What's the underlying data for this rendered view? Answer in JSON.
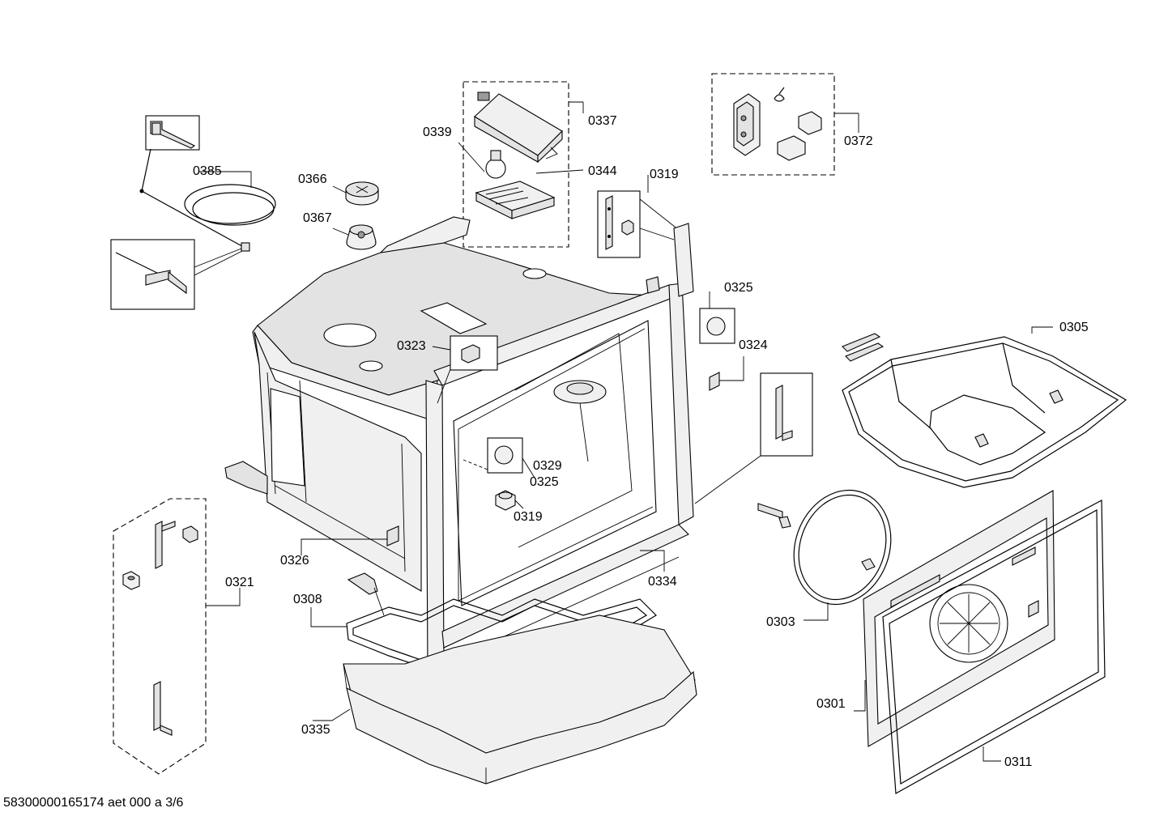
{
  "labels": {
    "p0385": "0385",
    "p0366": "0366",
    "p0367": "0367",
    "p0339": "0339",
    "p0337": "0337",
    "p0344": "0344",
    "p0319_top": "0319",
    "p0372": "0372",
    "p0325_top": "0325",
    "p0305": "0305",
    "p0323": "0323",
    "p0324": "0324",
    "p0329": "0329",
    "p0325_mid": "0325",
    "p0319_mid": "0319",
    "p0326": "0326",
    "p0321": "0321",
    "p0334": "0334",
    "p0308": "0308",
    "p0303": "0303",
    "p0301": "0301",
    "p0335": "0335",
    "p0311": "0311"
  },
  "footer": {
    "doc_id": "58300000165174 aet 000 a 3/6"
  }
}
